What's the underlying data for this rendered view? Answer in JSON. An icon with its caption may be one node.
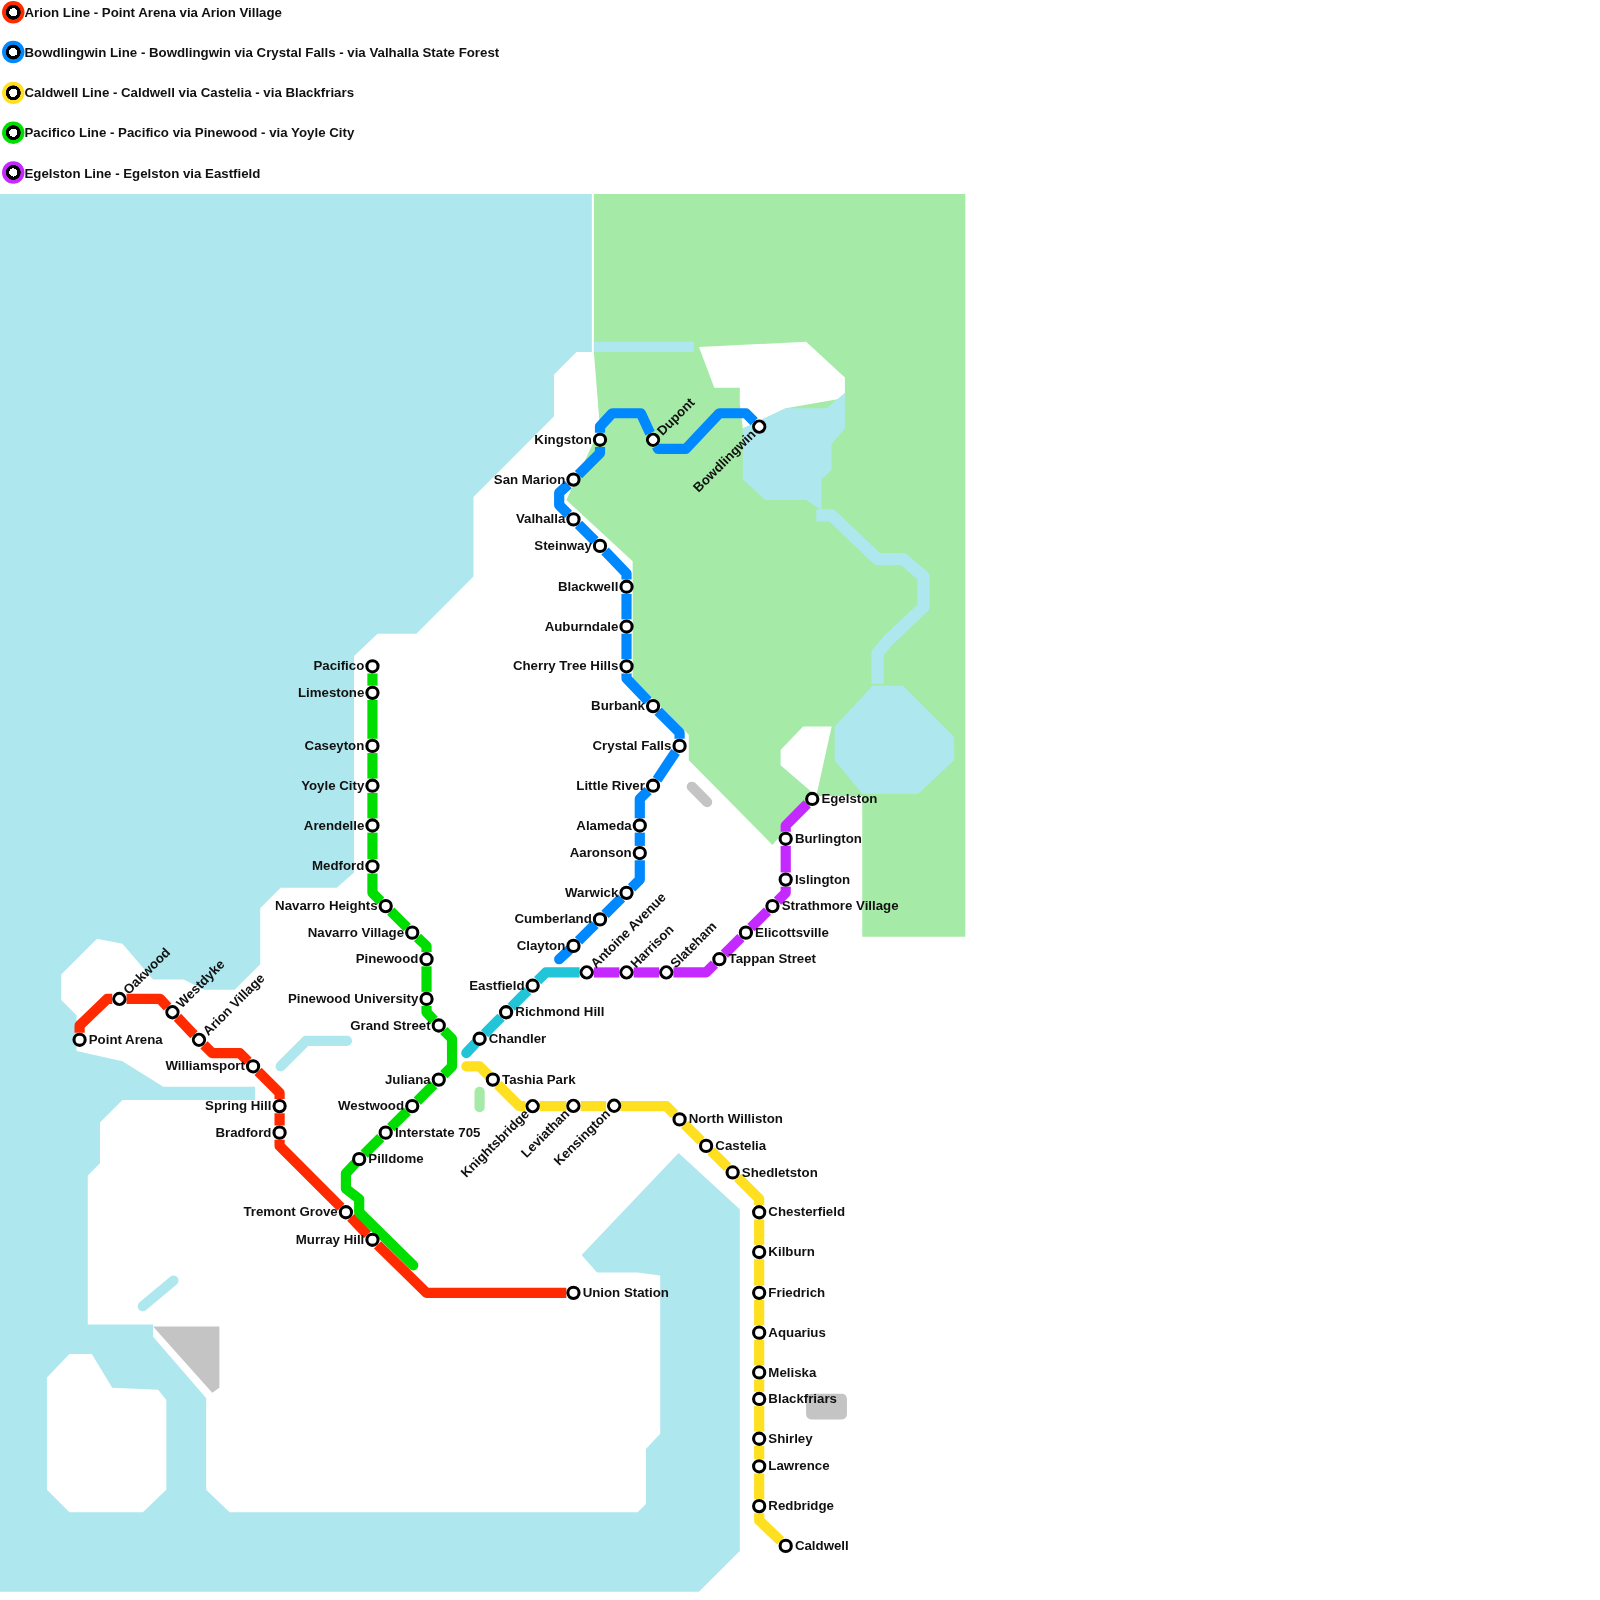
{
  "diagram": {
    "nodes": [
      {
        "text": [
          "Point Arena"
        ]
      },
      {
        "text": [
          "Oakwood"
        ]
      },
      {
        "text": [
          "Westdyke"
        ]
      },
      {
        "text": [
          "Arion Village"
        ]
      },
      {
        "text": [
          "Williamsport"
        ]
      },
      {
        "text": [
          "Spring Hill"
        ]
      },
      {
        "text": [
          "Bradford"
        ]
      },
      {
        "text": [
          "Tremont Grove"
        ]
      },
      {
        "text": [
          "Murray Hill"
        ]
      },
      {
        "text": [
          "Union Station"
        ]
      },
      {
        "text": [
          "Pacifico"
        ]
      },
      {
        "text": [
          "Limestone"
        ]
      },
      {
        "text": [
          "Caseyton"
        ]
      },
      {
        "text": [
          "Yoyle City"
        ]
      },
      {
        "text": [
          "Arendelle"
        ]
      },
      {
        "text": [
          "Medford"
        ]
      },
      {
        "text": [
          "Navarro Heights"
        ]
      },
      {
        "text": [
          "Navarro Village"
        ]
      },
      {
        "text": [
          "Pinewood"
        ]
      },
      {
        "text": [
          "Pinewood University"
        ]
      },
      {
        "text": [
          "Grand Street"
        ]
      },
      {
        "text": [
          "Juliana"
        ]
      },
      {
        "text": [
          "Westwood"
        ]
      },
      {
        "text": [
          "Interstate 705"
        ]
      },
      {
        "text": [
          "Pilldome"
        ]
      },
      {
        "text": [
          "Bowdlingwin"
        ]
      },
      {
        "text": [
          "Dupont"
        ]
      },
      {
        "text": [
          "Kingston"
        ]
      },
      {
        "text": [
          "San Marion"
        ]
      },
      {
        "text": [
          "Valhalla"
        ]
      },
      {
        "text": [
          "Steinway"
        ]
      },
      {
        "text": [
          "Blackwell"
        ]
      },
      {
        "text": [
          "Auburndale"
        ]
      },
      {
        "text": [
          "Cherry Tree Hills"
        ]
      },
      {
        "text": [
          "Burbank"
        ]
      },
      {
        "text": [
          "Crystal Falls"
        ]
      },
      {
        "text": [
          "Little River"
        ]
      },
      {
        "text": [
          "Alameda"
        ]
      },
      {
        "text": [
          "Aaronson"
        ]
      },
      {
        "text": [
          "Warwick"
        ]
      },
      {
        "text": [
          "Cumberland"
        ]
      },
      {
        "text": [
          "Clayton"
        ]
      },
      {
        "text": [
          "Eastfield"
        ]
      },
      {
        "text": [
          "Richmond Hill"
        ]
      },
      {
        "text": [
          "Chandler"
        ]
      },
      {
        "text": [
          "Tashia Park"
        ]
      },
      {
        "text": [
          "Knightsbridge"
        ]
      },
      {
        "text": [
          "Leviathan"
        ]
      },
      {
        "text": [
          "Kensington"
        ]
      },
      {
        "text": [
          "North Williston"
        ]
      },
      {
        "text": [
          "Castelia"
        ]
      },
      {
        "text": [
          "Shedletston"
        ]
      },
      {
        "text": [
          "Chesterfield"
        ]
      },
      {
        "text": [
          "Kilburn"
        ]
      },
      {
        "text": [
          "Friedrich"
        ]
      },
      {
        "text": [
          "Aquarius"
        ]
      },
      {
        "text": [
          "Meliska"
        ]
      },
      {
        "text": [
          "Blackfriars"
        ]
      },
      {
        "text": [
          "Shirley"
        ]
      },
      {
        "text": [
          "Lawrence"
        ]
      },
      {
        "text": [
          "Redbridge"
        ]
      },
      {
        "text": [
          "Caldwell"
        ]
      },
      {
        "text": [
          "Egelston"
        ]
      },
      {
        "text": [
          "Burlington"
        ]
      },
      {
        "text": [
          "Islington"
        ]
      },
      {
        "text": [
          "Strathmore Village"
        ]
      },
      {
        "text": [
          "Elicottsville"
        ]
      },
      {
        "text": [
          "Tappan Street"
        ]
      },
      {
        "text": [
          "Slateham"
        ]
      },
      {
        "text": [
          "Harrison"
        ]
      },
      {
        "text": [
          "Antoine Avenue"
        ]
      }
    ],
    "edges": [
      {
        "from": 0,
        "to": 1,
        "arrow": "none",
        "color": "#ff2a00"
      },
      {
        "from": 1,
        "to": 2,
        "arrow": "none",
        "color": "#ff2a00"
      },
      {
        "from": 2,
        "to": 3,
        "arrow": "none",
        "color": "#ff2a00"
      },
      {
        "from": 3,
        "to": 4,
        "arrow": "none",
        "color": "#ff2a00"
      },
      {
        "from": 4,
        "to": 5,
        "arrow": "none",
        "color": "#ff2a00"
      },
      {
        "from": 5,
        "to": 6,
        "arrow": "none",
        "color": "#ff2a00"
      },
      {
        "from": 6,
        "to": 7,
        "arrow": "none",
        "color": "#ff2a00"
      },
      {
        "from": 7,
        "to": 8,
        "arrow": "none",
        "color": "#ff2a00"
      },
      {
        "from": 8,
        "to": 9,
        "arrow": "none",
        "color": "#ff2a00"
      },
      {
        "from": 10,
        "to": 11,
        "arrow": "none",
        "color": "#00dd00"
      },
      {
        "from": 11,
        "to": 12,
        "arrow": "none",
        "color": "#00dd00"
      },
      {
        "from": 12,
        "to": 13,
        "arrow": "none",
        "color": "#00dd00"
      },
      {
        "from": 13,
        "to": 14,
        "arrow": "none",
        "color": "#00dd00"
      },
      {
        "from": 14,
        "to": 15,
        "arrow": "none",
        "color": "#00dd00"
      },
      {
        "from": 15,
        "to": 16,
        "arrow": "none",
        "color": "#00dd00"
      },
      {
        "from": 16,
        "to": 17,
        "arrow": "none",
        "color": "#00dd00"
      },
      {
        "from": 17,
        "to": 18,
        "arrow": "none",
        "color": "#00dd00"
      },
      {
        "from": 18,
        "to": 19,
        "arrow": "none",
        "color": "#00dd00"
      },
      {
        "from": 19,
        "to": 20,
        "arrow": "none",
        "color": "#00dd00"
      },
      {
        "from": 20,
        "to": 21,
        "arrow": "none",
        "color": "#00dd00"
      },
      {
        "from": 21,
        "to": 22,
        "arrow": "none",
        "color": "#00dd00"
      },
      {
        "from": 22,
        "to": 23,
        "arrow": "none",
        "color": "#00dd00"
      },
      {
        "from": 23,
        "to": 24,
        "arrow": "none",
        "color": "#00dd00"
      },
      {
        "from": 24,
        "to": null,
        "arrow": "none",
        "color": "#00dd00"
      },
      {
        "from": 25,
        "to": 26,
        "arrow": "none",
        "color": "#0088ff"
      },
      {
        "from": 26,
        "to": 27,
        "arrow": "none",
        "color": "#0088ff"
      },
      {
        "from": 27,
        "to": 28,
        "arrow": "none",
        "color": "#0088ff"
      },
      {
        "from": 28,
        "to": 29,
        "arrow": "none",
        "color": "#0088ff"
      },
      {
        "from": 29,
        "to": 30,
        "arrow": "none",
        "color": "#0088ff"
      },
      {
        "from": 30,
        "to": 31,
        "arrow": "none",
        "color": "#0088ff"
      },
      {
        "from": 31,
        "to": 32,
        "arrow": "none",
        "color": "#0088ff"
      },
      {
        "from": 32,
        "to": 33,
        "arrow": "none",
        "color": "#0088ff"
      },
      {
        "from": 33,
        "to": 34,
        "arrow": "none",
        "color": "#0088ff"
      },
      {
        "from": 34,
        "to": 35,
        "arrow": "none",
        "color": "#0088ff"
      },
      {
        "from": 35,
        "to": 36,
        "arrow": "none",
        "color": "#0088ff"
      },
      {
        "from": 36,
        "to": 37,
        "arrow": "none",
        "color": "#0088ff"
      },
      {
        "from": 37,
        "to": 38,
        "arrow": "none",
        "color": "#0088ff"
      },
      {
        "from": 38,
        "to": 39,
        "arrow": "none",
        "color": "#0088ff"
      },
      {
        "from": 39,
        "to": 40,
        "arrow": "none",
        "color": "#0088ff"
      },
      {
        "from": 40,
        "to": 41,
        "arrow": "none",
        "color": "#0088ff"
      },
      {
        "from": 41,
        "to": null,
        "arrow": "none",
        "color": "#0088ff"
      },
      {
        "from": 70,
        "to": 42,
        "arrow": "none",
        "color": "#22c4d8"
      },
      {
        "from": 42,
        "to": 43,
        "arrow": "none",
        "color": "#22c4d8"
      },
      {
        "from": 43,
        "to": 44,
        "arrow": "none",
        "color": "#22c4d8"
      },
      {
        "from": 44,
        "to": null,
        "arrow": "none",
        "color": "#22c4d8"
      },
      {
        "from": null,
        "to": 45,
        "arrow": "none",
        "color": "#ffe020"
      },
      {
        "from": 45,
        "to": 46,
        "arrow": "none",
        "color": "#ffe020"
      },
      {
        "from": 46,
        "to": 47,
        "arrow": "none",
        "color": "#ffe020"
      },
      {
        "from": 47,
        "to": 48,
        "arrow": "none",
        "color": "#ffe020"
      },
      {
        "from": 48,
        "to": 49,
        "arrow": "none",
        "color": "#ffe020"
      },
      {
        "from": 49,
        "to": 50,
        "arrow": "none",
        "color": "#ffe020"
      },
      {
        "from": 50,
        "to": 51,
        "arrow": "none",
        "color": "#ffe020"
      },
      {
        "from": 51,
        "to": 52,
        "arrow": "none",
        "color": "#ffe020"
      },
      {
        "from": 52,
        "to": 53,
        "arrow": "none",
        "color": "#ffe020"
      },
      {
        "from": 53,
        "to": 54,
        "arrow": "none",
        "color": "#ffe020"
      },
      {
        "from": 54,
        "to": 55,
        "arrow": "none",
        "color": "#ffe020"
      },
      {
        "from": 55,
        "to": 56,
        "arrow": "none",
        "color": "#ffe020"
      },
      {
        "from": 56,
        "to": 57,
        "arrow": "none",
        "color": "#ffe020"
      },
      {
        "from": 57,
        "to": 58,
        "arrow": "none",
        "color": "#ffe020"
      },
      {
        "from": 58,
        "to": 59,
        "arrow": "none",
        "color": "#ffe020"
      },
      {
        "from": 59,
        "to": 60,
        "arrow": "none",
        "color": "#ffe020"
      },
      {
        "from": 60,
        "to": 61,
        "arrow": "none",
        "color": "#ffe020"
      },
      {
        "from": 62,
        "to": 63,
        "arrow": "none",
        "color": "#c42aff"
      },
      {
        "from": 63,
        "to": 64,
        "arrow": "none",
        "color": "#c42aff"
      },
      {
        "from": 64,
        "to": 65,
        "arrow": "none",
        "color": "#c42aff"
      },
      {
        "from": 65,
        "to": 66,
        "arrow": "none",
        "color": "#c42aff"
      },
      {
        "from": 66,
        "to": 67,
        "arrow": "none",
        "color": "#c42aff"
      },
      {
        "from": 67,
        "to": 68,
        "arrow": "none",
        "color": "#c42aff"
      },
      {
        "from": 68,
        "to": 69,
        "arrow": "none",
        "color": "#c42aff"
      },
      {
        "from": 69,
        "to": 70,
        "arrow": "none",
        "color": "#c42aff"
      }
    ],
    "legend": [
      {
        "text": "Arion Line - Point Arena via Arion Village",
        "color": "#ff2a00"
      },
      {
        "text": "Bowdlingwin Line - Bowdlingwin via Crystal Falls - via Valhalla State Forest",
        "color": "#0088ff"
      },
      {
        "text": "Caldwell Line - Caldwell via Castelia - via Blackfriars",
        "color": "#ffe020"
      },
      {
        "text": "Pacifico Line - Pacifico via Pinewood - via Yoyle City",
        "color": "#00dd00"
      },
      {
        "text": "Egelston Line - Egelston via Eastfield",
        "color": "#c42aff"
      }
    ]
  }
}
